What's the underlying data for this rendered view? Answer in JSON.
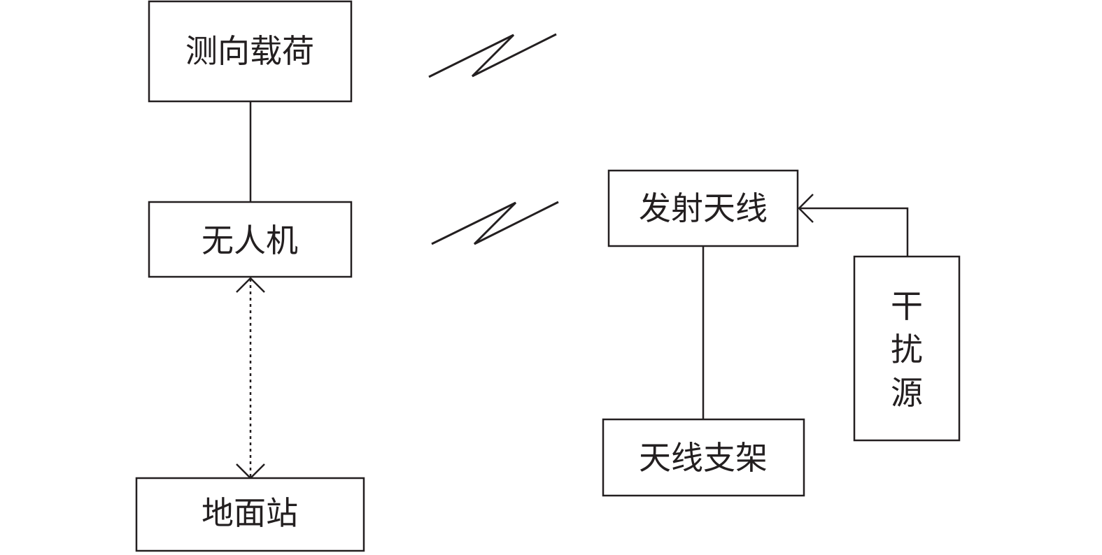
{
  "diagram": {
    "nodes": {
      "payload": {
        "label": "测向载荷"
      },
      "uav": {
        "label": "无人机"
      },
      "ground_station": {
        "label": "地面站"
      },
      "transmit_antenna": {
        "label": "发射天线"
      },
      "antenna_mount": {
        "label": "天线支架"
      },
      "interference_source": {
        "label": [
          "干",
          "扰",
          "源"
        ]
      }
    },
    "edges": [
      {
        "from": "payload",
        "to": "uav",
        "style": "solid"
      },
      {
        "from": "uav",
        "to": "ground_station",
        "style": "dotted",
        "arrows": "both"
      },
      {
        "from": "interference_source",
        "to": "transmit_antenna",
        "style": "solid",
        "arrows": "end"
      },
      {
        "from": "transmit_antenna",
        "to": "antenna_mount",
        "style": "solid"
      },
      {
        "from": "payload",
        "to": "transmit_antenna",
        "style": "wireless"
      },
      {
        "from": "uav",
        "to": "transmit_antenna",
        "style": "wireless"
      }
    ],
    "colors": {
      "stroke": "#231f20",
      "background": "#ffffff"
    }
  }
}
